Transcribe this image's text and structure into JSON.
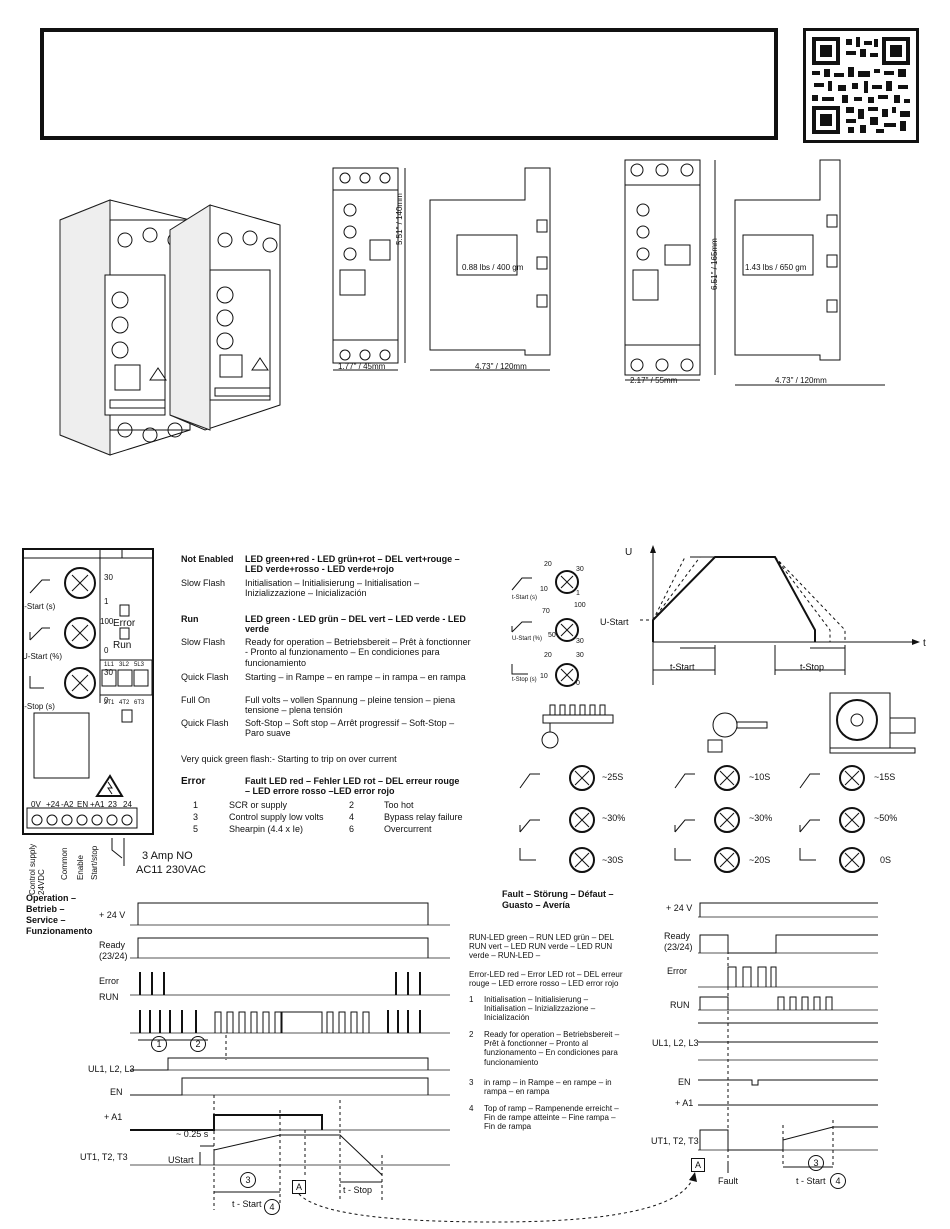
{
  "top": {
    "dims_small": {
      "height": "5.51\" / 140mm",
      "width": "1.77\" / 45mm",
      "depth": "4.73\" / 120mm",
      "weight": "0.88 lbs / 400 gm"
    },
    "dims_large": {
      "height": "6.51\" / 165mm",
      "width": "2.17\" / 55mm",
      "depth": "4.73\" / 120mm",
      "weight": "1.43 lbs / 650 gm"
    }
  },
  "panel": {
    "dials": [
      {
        "label": "t-Start (s)",
        "max": "30",
        "min": "1"
      },
      {
        "label": "U-Start (%)",
        "max": "100",
        "min": "0"
      },
      {
        "label": "t-Stop (s)",
        "max": "30",
        "min": "0"
      }
    ],
    "error_led": "Error",
    "run_led": "Run",
    "terminals": [
      "0V",
      "+24",
      "-A2",
      "EN",
      "+A1",
      "23",
      "24"
    ],
    "term_top": [
      "1L1",
      "3L2",
      "5L3"
    ],
    "term_bot": [
      "2T1",
      "4T2",
      "6T3"
    ],
    "bottom_labels": [
      "Control supply 24VDC",
      "Common",
      "Enable",
      "Start/stop"
    ],
    "relay": "3 Amp  NO",
    "relay2": "AC11  230VAC"
  },
  "led": {
    "rows": [
      {
        "a": "Not Enabled",
        "b": "LED green+red - LED grün+rot – DEL vert+rouge – LED verde+rosso - LED verde+rojo",
        "bold": true
      },
      {
        "a": "Slow Flash",
        "b": "Initialisation – Initialisierung – Initialisation – Inizializzazione – Inicialización",
        "bold": false
      },
      {
        "a": "Run",
        "b": "LED green - LED grün – DEL vert – LED verde - LED verde",
        "bold": true
      },
      {
        "a": "Slow Flash",
        "b": "Ready for operation – Betriebsbereit – Prêt à fonctionner - Pronto al funzionamento – En condiciones para funcionamiento",
        "bold": false
      },
      {
        "a": "Quick Flash",
        "b": "Starting – in Rampe – en rampe – in rampa – en rampa",
        "bold": false
      },
      {
        "a": "Full On",
        "b": "Full volts – vollen Spannung – pleine tension – piena tensione – plena tensión",
        "bold": false
      },
      {
        "a": "Quick Flash",
        "b": "Soft-Stop – Soft stop – Arrêt progressif – Soft-Stop – Paro suave",
        "bold": false
      }
    ],
    "vq": "Very quick green flash:- Starting to trip on over current",
    "err_a": "Error",
    "err_b": "Fault LED red – Fehler LED rot – DEL erreur rouge – LED errore rosso –LED error rojo",
    "codes": [
      {
        "n": "1",
        "t": "SCR or supply",
        "n2": "2",
        "t2": "Too hot"
      },
      {
        "n": "3",
        "t": "Control supply low volts",
        "n2": "4",
        "t2": "Bypass relay failure"
      },
      {
        "n": "5",
        "t": "Shearpin        (4.4 x Ie)",
        "n2": "6",
        "t2": "Overcurrent"
      }
    ]
  },
  "ramp": {
    "U": "U",
    "ustart": "U-Start",
    "t": "t",
    "tstart": "t-Start",
    "tstop": "t-Stop",
    "dial_labels": [
      "t-Start (s)",
      "U-Start (%)",
      "t-Stop (s)"
    ],
    "dial_nums": [
      [
        "20",
        "30",
        "10",
        "1"
      ],
      [
        "70",
        "100",
        "50",
        "30"
      ],
      [
        "20",
        "30",
        "10",
        "0"
      ]
    ]
  },
  "apps": [
    {
      "tstart": "~25S",
      "ustart": "~30%",
      "tstop": "~30S"
    },
    {
      "tstart": "~10S",
      "ustart": "~30%",
      "tstop": "~20S"
    },
    {
      "tstart": "~15S",
      "ustart": "~50%",
      "tstop": "0S"
    }
  ],
  "timing": {
    "heading": [
      "Operation –",
      "Betrieb –",
      "Service –",
      "Funzionamento"
    ],
    "rows": [
      "+ 24 V",
      "Ready",
      "(23/24)",
      "Error",
      "RUN",
      "UL1, L2, L3",
      "EN",
      "+ A1",
      "UT1, T2, T3"
    ],
    "quarter": "~ 0.25 s",
    "ustart": "UStart",
    "tstart": "t - Start",
    "tstop": "t - Stop",
    "c1": "1",
    "c2": "2",
    "c3": "3",
    "c4": "4",
    "boxA": "A"
  },
  "fault": {
    "heading1": "Fault – Störung – Défaut –",
    "heading2": "Guasto – Avería",
    "run_led": "RUN-LED green – RUN LED grün – DEL RUN vert – LED RUN verde – LED RUN verde – RUN-LED –",
    "err_led": "Error-LED red – Error LED rot – DEL erreur rouge – LED errore rosso – LED error rojo",
    "notes": [
      {
        "n": "1",
        "t": "Initialisation – Initialisierung – Initialisation – Inizializzazione – Inicialización"
      },
      {
        "n": "2",
        "t": "Ready for operation – Betriebsbereit – Prêt à fonctionner – Pronto al funzionamento – En condiciones para funcionamiento"
      },
      {
        "n": "3",
        "t": "in ramp – in Rampe – en rampe – in rampa – en rampa"
      },
      {
        "n": "4",
        "t": "Top of ramp – Rampenende erreicht – Fin de rampe atteinte – Fine rampa – Fin de rampa"
      }
    ],
    "rows": [
      "+ 24 V",
      "Ready",
      "(23/24)",
      "Error",
      "RUN",
      "UL1, L2, L3",
      "EN",
      "+ A1",
      "UT1, T2, T3"
    ],
    "fault_label": "Fault",
    "tstart": "t - Start",
    "boxA": "A",
    "c3": "3",
    "c4": "4"
  },
  "colors": {
    "ink": "#111111",
    "paper": "#ffffff"
  }
}
